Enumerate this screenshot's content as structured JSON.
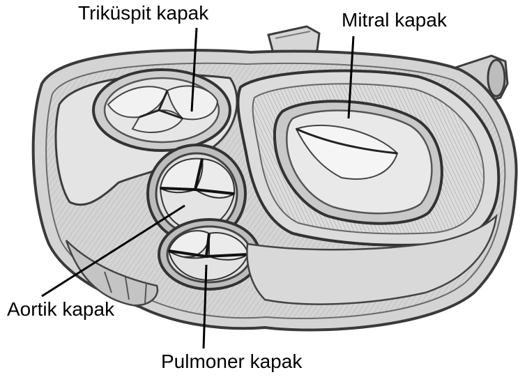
{
  "labels": {
    "tricuspid": "Triküspit kapak",
    "mitral": "Mitral kapak",
    "aortic": "Aortik kapak",
    "pulmonary": "Pulmoner kapak"
  },
  "colors": {
    "background": "#ffffff",
    "text": "#000000",
    "outline": "#3d3d3d",
    "shade": "#7a7a7a",
    "tissue": "#cfcfcf",
    "tissue_light": "#e8e8e8",
    "leader": "#000000"
  }
}
